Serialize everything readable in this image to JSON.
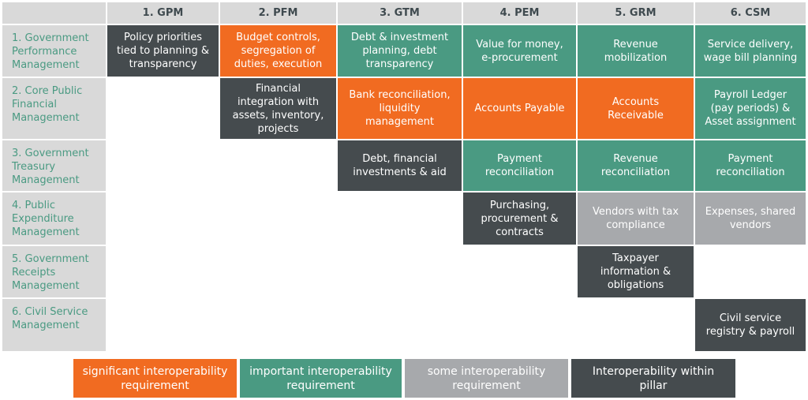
{
  "colors": {
    "significant": "#f16b21",
    "important": "#4a9a82",
    "some": "#a7a9ac",
    "within": "#454b4e",
    "header_bg": "#d9d9d9"
  },
  "columns": [
    "1. GPM",
    "2. PFM",
    "3. GTM",
    "4. PEM",
    "5. GRM",
    "6. CSM"
  ],
  "rows": [
    "1. Government\nPerformance\nManagement",
    "2. Core Public\nFinancial\nManagement",
    "3. Government\nTreasury\nManagement",
    "4. Public\nExpenditure\nManagement",
    "5. Government\nReceipts\nManagement",
    "6. Civil Service\nManagement"
  ],
  "matrix": [
    [
      {
        "text": "Policy priorities\ntied to planning &\ntransparency",
        "level": "within"
      },
      {
        "text": "Budget controls,\nsegregation of\nduties, execution",
        "level": "significant"
      },
      {
        "text": "Debt & investment\nplanning, debt\ntransparency",
        "level": "important"
      },
      {
        "text": "Value for money,\ne-procurement",
        "level": "important"
      },
      {
        "text": "Revenue\nmobilization",
        "level": "important"
      },
      {
        "text": "Service delivery,\nwage bill planning",
        "level": "important"
      }
    ],
    [
      null,
      {
        "text": "Financial\nintegration with\nassets, inventory,\nprojects",
        "level": "within"
      },
      {
        "text": "Bank reconciliation,\nliquidity\nmanagement",
        "level": "significant"
      },
      {
        "text": "Accounts Payable",
        "level": "significant"
      },
      {
        "text": "Accounts\nReceivable",
        "level": "significant"
      },
      {
        "text": "Payroll Ledger\n(pay periods) &\nAsset assignment",
        "level": "important"
      }
    ],
    [
      null,
      null,
      {
        "text": "Debt, financial\ninvestments & aid",
        "level": "within"
      },
      {
        "text": "Payment\nreconciliation",
        "level": "important"
      },
      {
        "text": "Revenue\nreconciliation",
        "level": "important"
      },
      {
        "text": "Payment\nreconciliation",
        "level": "important"
      }
    ],
    [
      null,
      null,
      null,
      {
        "text": "Purchasing,\nprocurement &\ncontracts",
        "level": "within"
      },
      {
        "text": "Vendors with tax\ncompliance",
        "level": "some"
      },
      {
        "text": "Expenses, shared\nvendors",
        "level": "some"
      }
    ],
    [
      null,
      null,
      null,
      null,
      {
        "text": "Taxpayer\ninformation &\nobligations",
        "level": "within"
      },
      null
    ],
    [
      null,
      null,
      null,
      null,
      null,
      {
        "text": "Civil service\nregistry & payroll",
        "level": "within"
      }
    ]
  ],
  "legend": [
    {
      "label": "significant interoperability\nrequirement",
      "level": "significant"
    },
    {
      "label": "important interoperability\nrequirement",
      "level": "important"
    },
    {
      "label": "some interoperability\nrequirement",
      "level": "some"
    },
    {
      "label": "Interoperability within\npillar",
      "level": "within"
    }
  ]
}
